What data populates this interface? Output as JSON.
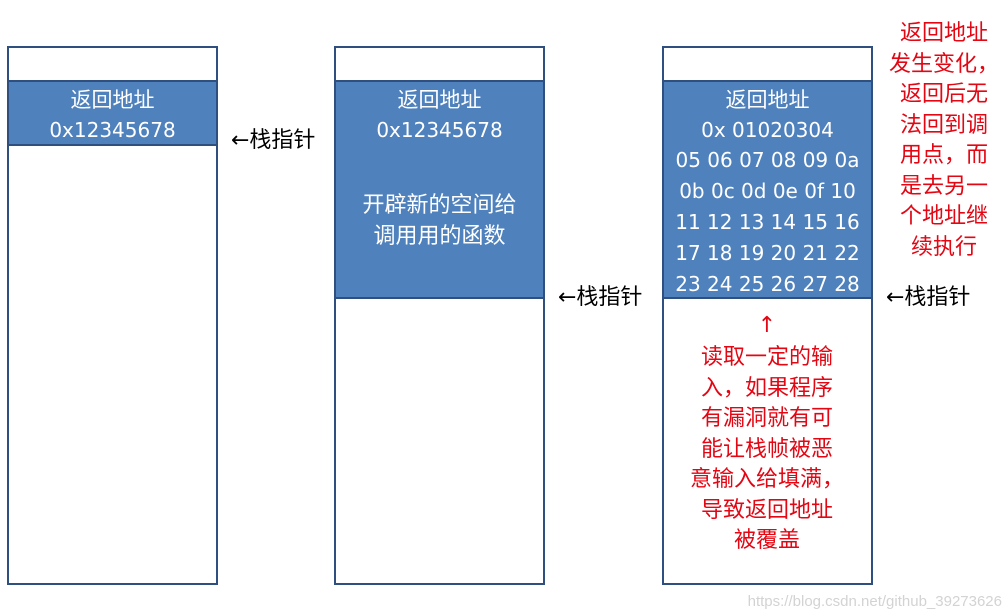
{
  "colors": {
    "frame_fill": "#4f81bd",
    "frame_border": "#2f4f7f",
    "note": "#e30613"
  },
  "stacks": [
    {
      "return_label": "返回地址",
      "return_value": "0x12345678"
    },
    {
      "return_label": "返回地址",
      "return_value": "0x12345678",
      "new_frame_lines": [
        "开辟新的空间给",
        "调用用的函数"
      ]
    },
    {
      "return_label": "返回地址",
      "return_value": "0x 01020304",
      "fill_rows": [
        "05 06 07 08 09 0a",
        "0b 0c 0d 0e 0f 10",
        "11 12 13 14 15 16",
        "17 18 19 20 21 22",
        "23 24 25 26 27 28"
      ]
    }
  ],
  "pointer_label": "←栈指针",
  "up_arrow": "↑",
  "note_bottom": [
    "读取一定的输",
    "入，如果程序",
    "有漏洞就有可",
    "能让栈帧被恶",
    "意输入给填满，",
    "导致返回地址",
    "被覆盖"
  ],
  "note_right": [
    "返回地址",
    "发生变化，",
    "返回后无",
    "法回到调",
    "用点，而",
    "是去另一",
    "个地址继",
    "续执行"
  ],
  "watermark": "https://blog.csdn.net/github_39273626"
}
